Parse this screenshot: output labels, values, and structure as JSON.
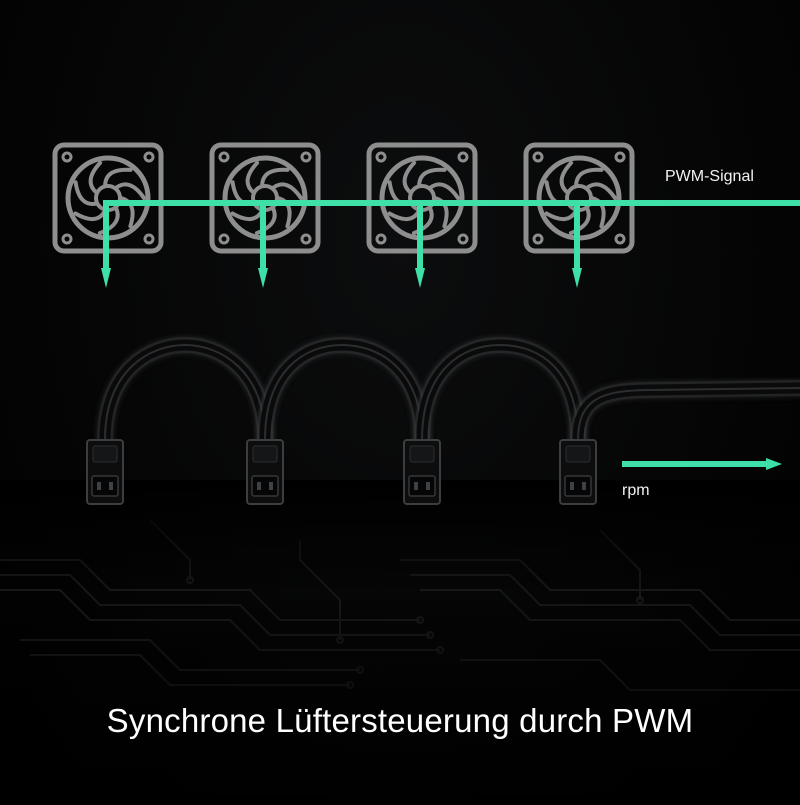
{
  "labels": {
    "pwm_signal": "PWM-Signal",
    "rpm": "rpm",
    "caption": "Synchrone Lüftersteuerung durch PWM"
  },
  "colors": {
    "signal": "#3fe0a8",
    "fan_outline": "#8e8e8e",
    "cable": "#0a0a0a",
    "background": "#000000",
    "text": "#ffffff"
  },
  "diagram": {
    "fan_count": 4,
    "fan_icon": "fan-icon",
    "connector_icon": "fan-connector-icon"
  }
}
